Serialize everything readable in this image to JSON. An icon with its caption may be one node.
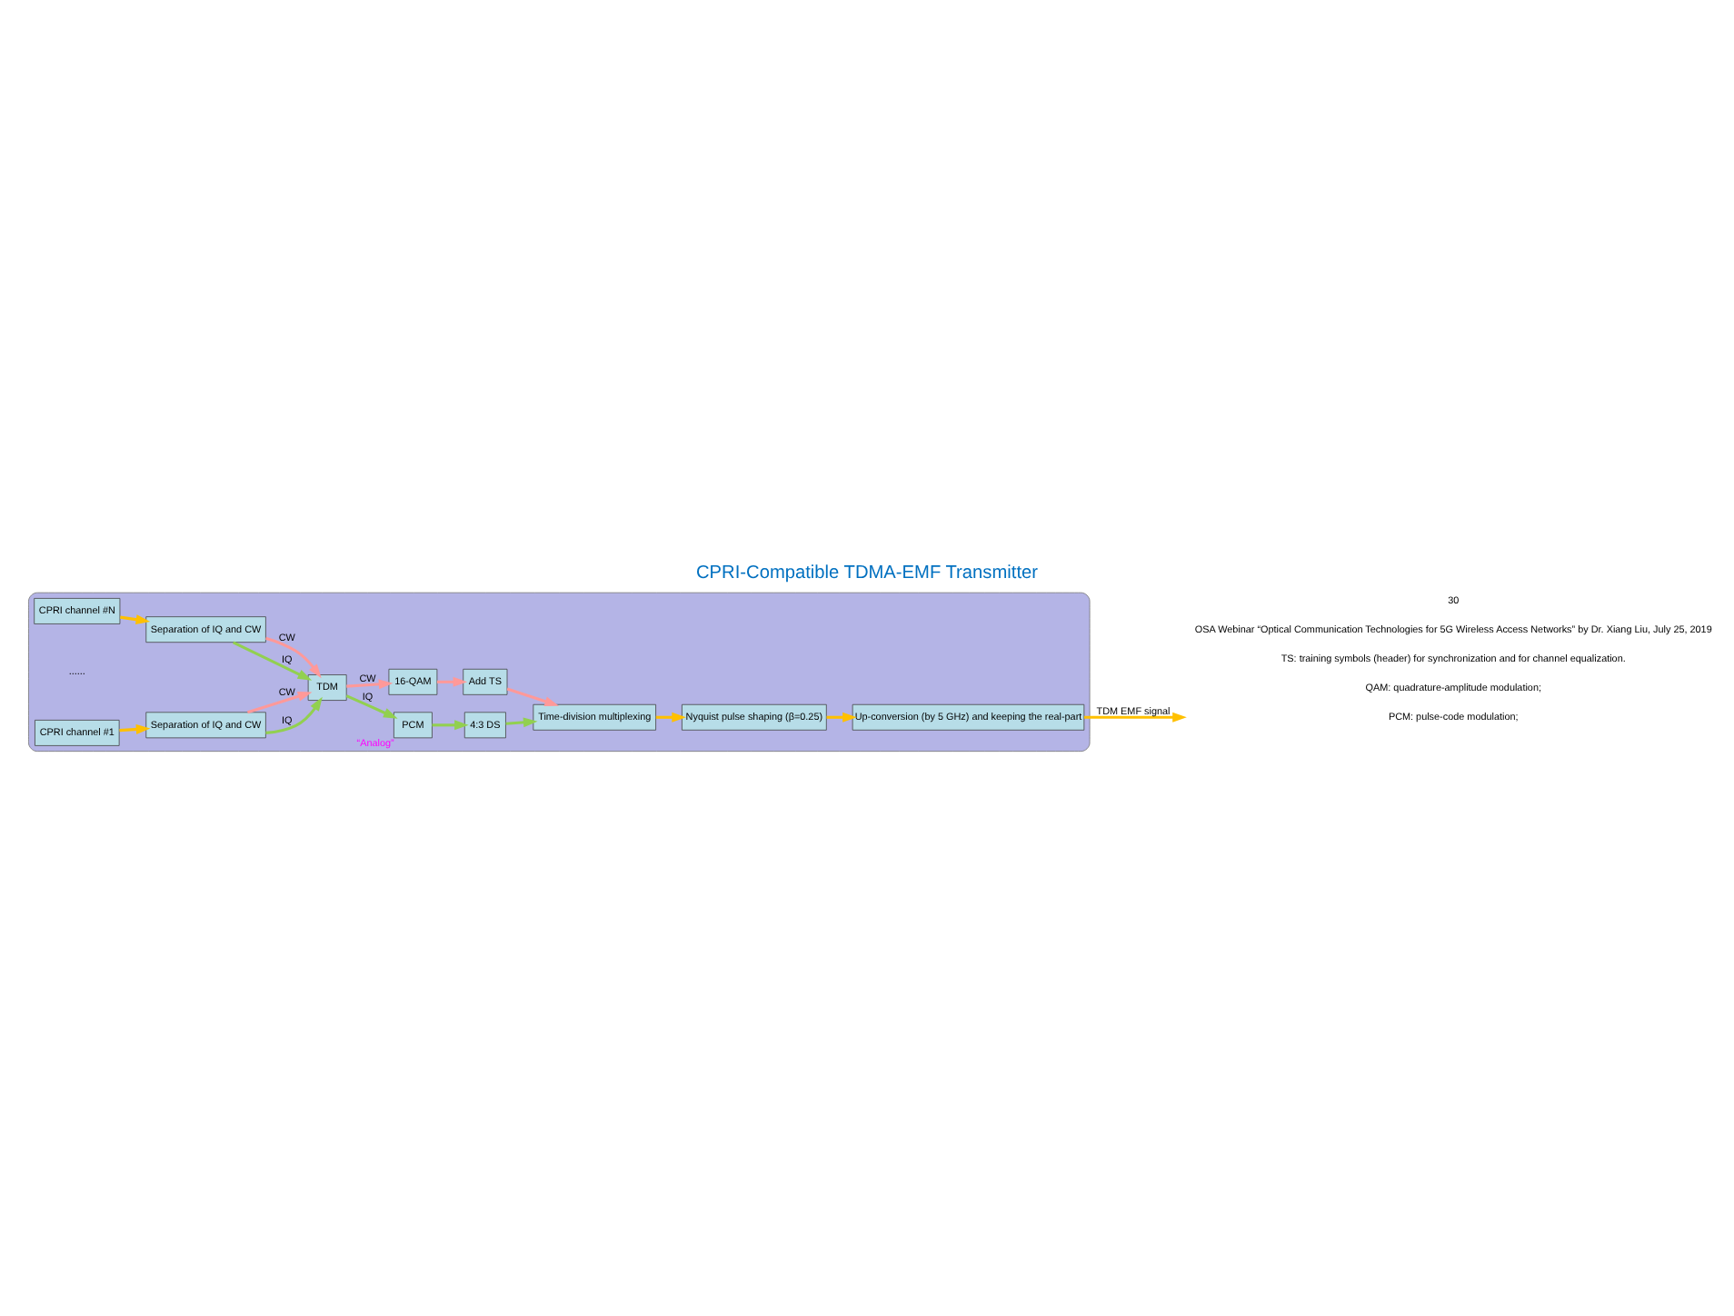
{
  "diagram": {
    "title": "CPRI-Compatible TDMA-EMF Transmitter",
    "nodes": [
      {
        "text": [],
        "shape": "box"
      },
      {
        "text": [
          "CPRI channel #1"
        ],
        "in": 0
      },
      {
        "text": [
          "CPRI channel #N"
        ],
        "in": 0
      },
      {
        "text": [
          "Separation of IQ and CW"
        ],
        "in": 0
      },
      {
        "text": [
          "Separation of IQ and CW"
        ],
        "in": 0
      },
      {
        "text": [
          "TDM"
        ],
        "in": 0
      },
      {
        "text": [
          "PCM"
        ],
        "in": 0,
        "beside": [
          "“Analog”"
        ]
      },
      {
        "text": [
          "4:3 DS"
        ],
        "in": 0
      },
      {
        "text": [
          "16-QAM"
        ],
        "in": 0
      },
      {
        "text": [
          "Add TS"
        ],
        "in": 0
      },
      {
        "text": [
          "Time-division multiplexing"
        ],
        "in": 0
      },
      {
        "text": [
          "Nyquist pulse shaping (β=0.25)"
        ],
        "in": 0
      },
      {
        "text": [
          "Up-conversion (by 5 GHz) and keeping the real-part"
        ],
        "in": 0
      }
    ],
    "edges": [
      {
        "from": 1,
        "to": 3,
        "arrow": "to",
        "color": "#ffc000"
      },
      {
        "from": 2,
        "to": 4,
        "arrow": "to",
        "color": "#ffc000"
      },
      {
        "from": 3,
        "to": 5,
        "arrow": "to",
        "label": "IQ",
        "color": "#92d050"
      },
      {
        "from": 3,
        "to": 5,
        "arrow": "to",
        "label": "CW",
        "color": "#ff9999"
      },
      {
        "from": 4,
        "to": 5,
        "arrow": "to",
        "label": "IQ",
        "color": "#92d050"
      },
      {
        "from": 4,
        "to": 5,
        "arrow": "to",
        "label": "CW",
        "color": "#ff9999"
      },
      {
        "from": 5,
        "to": 6,
        "arrow": "to",
        "label": "IQ",
        "color": "#92d050"
      },
      {
        "from": 6,
        "to": 7,
        "arrow": "to",
        "color": "#92d050"
      },
      {
        "from": 7,
        "to": 10,
        "arrow": "to",
        "color": "#92d050"
      },
      {
        "from": 5,
        "to": 8,
        "arrow": "to",
        "label": "CW",
        "color": "#ff9999"
      },
      {
        "from": 8,
        "to": 9,
        "arrow": "to",
        "color": "#ff9999"
      },
      {
        "from": 9,
        "to": 10,
        "arrow": "to",
        "color": "#ff9999"
      },
      {
        "from": 10,
        "to": 11,
        "arrow": "to",
        "color": "#ffc000"
      },
      {
        "from": 11,
        "to": 12,
        "arrow": "to",
        "color": "#ffc000"
      },
      {
        "from": 12,
        "to": null,
        "arrow": "to",
        "label": "TDM EMF signal",
        "color": "#ffc000"
      }
    ],
    "labels": [
      "......",
      "PCM: pulse-code modulation;",
      "QAM: quadrature-amplitude modulation;",
      "TS: training symbols (header) for synchronization and for channel equalization.",
      "OSA Webinar “Optical Communication Technologies for 5G Wireless Access Networks” by Dr. Xiang Liu, July 25, 2019",
      "30"
    ]
  }
}
